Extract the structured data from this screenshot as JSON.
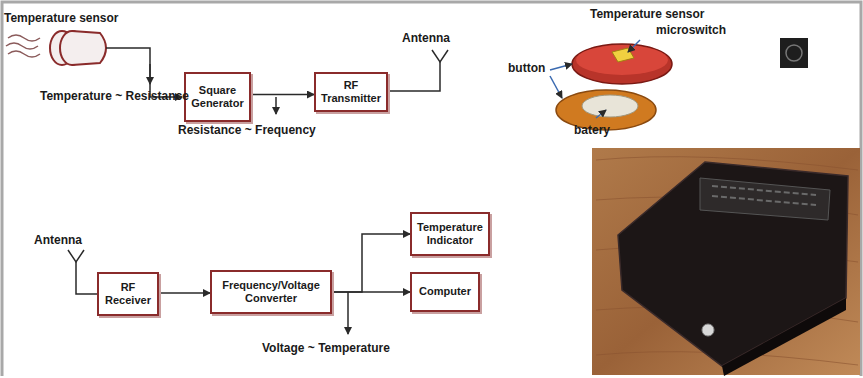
{
  "diagram": {
    "nodes": [
      {
        "text": [
          "Square Generator"
        ]
      },
      {
        "text": [
          "RF Transmitter"
        ]
      },
      {
        "text": [
          "RF Receiver"
        ]
      },
      {
        "text": [
          "Frequency/Voltage Converter"
        ]
      },
      {
        "text": [
          "Temperature Indicator"
        ]
      },
      {
        "text": [
          "Computer"
        ]
      }
    ],
    "edges": [
      {
        "from": 0,
        "to": 1,
        "arrow": "to"
      },
      {
        "from": 2,
        "to": 3,
        "arrow": "to"
      },
      {
        "from": 3,
        "to": 4,
        "arrow": "to"
      },
      {
        "from": 3,
        "to": 5,
        "arrow": "to"
      }
    ],
    "labels": [
      "Temperature sensor",
      "Temperature ~ Resistance",
      "Resistance ~ Frequency",
      "Antenna",
      "Temperature sensor",
      "microswitch",
      "button",
      "batery",
      "Antenna",
      "Voltage ~ Temperature"
    ]
  }
}
